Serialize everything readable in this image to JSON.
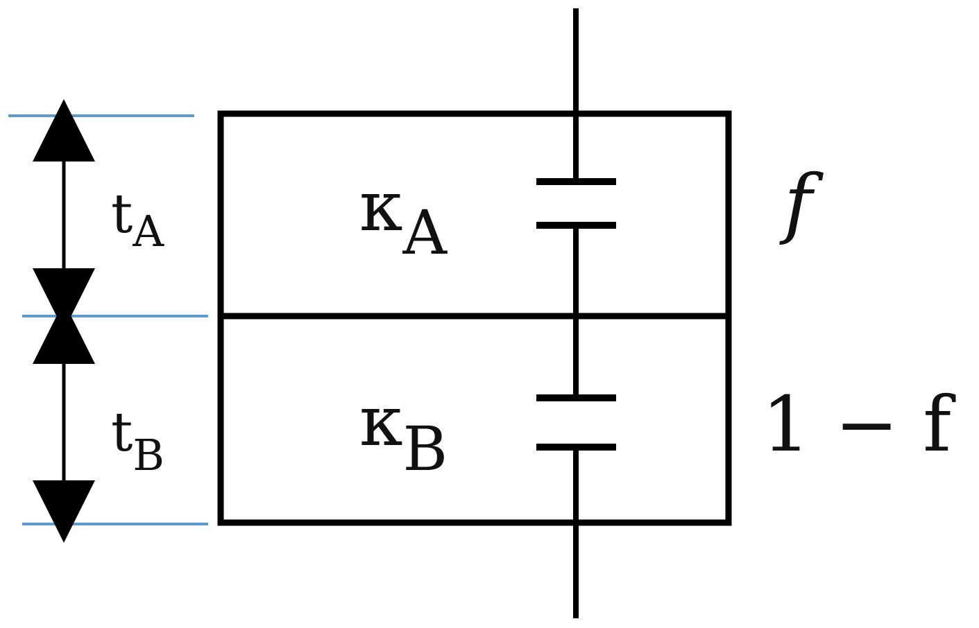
{
  "diagram": {
    "colors": {
      "stroke": "#000000",
      "guide": "#5b9bd5",
      "text": "#111111"
    },
    "layers": [
      {
        "id": "A",
        "thickness_main": "t",
        "thickness_sub": "A",
        "dielectric_main": "κ",
        "dielectric_sub": "A",
        "fraction": "f"
      },
      {
        "id": "B",
        "thickness_main": "t",
        "thickness_sub": "B",
        "dielectric_main": "κ",
        "dielectric_sub": "B",
        "fraction": "1 − f"
      }
    ],
    "icons": {
      "capacitor_symbol": "capacitor-icon",
      "dimension_arrow": "double-arrow-icon"
    }
  }
}
